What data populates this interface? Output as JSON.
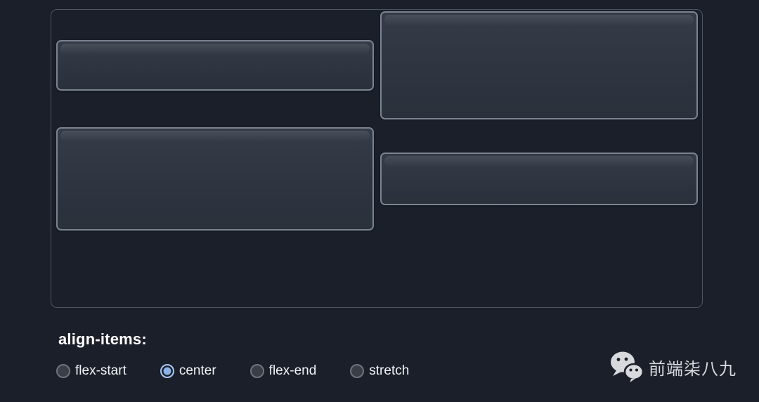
{
  "page": {
    "background_color": "#1a1f29",
    "box_border_color": "#7b8391",
    "container_border_color": "#4d5560"
  },
  "demo": {
    "description": "flexbox align-items demo container",
    "items": [
      {
        "name": "flex-item-1",
        "row": 1
      },
      {
        "name": "flex-item-2",
        "row": 1
      },
      {
        "name": "flex-item-3",
        "row": 2
      },
      {
        "name": "flex-item-4",
        "row": 2
      }
    ]
  },
  "controls": {
    "label": "align-items:",
    "selected_value": "center",
    "accent_color": "#a5c6f2",
    "options": [
      {
        "label": "flex-start",
        "selected": false
      },
      {
        "label": "center",
        "selected": true
      },
      {
        "label": "flex-end",
        "selected": false
      },
      {
        "label": "stretch",
        "selected": false
      }
    ]
  },
  "watermark": {
    "icon": "wechat-logo-icon",
    "text": "前端柒八九",
    "color": "#d7d9dc"
  }
}
